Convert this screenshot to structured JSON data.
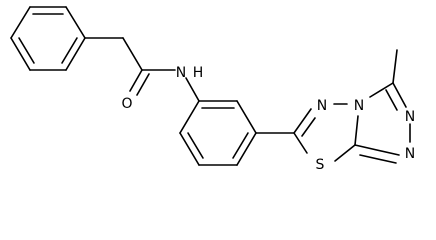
{
  "molecule": {
    "atom_labels": {
      "amide_oxygen": "O",
      "amide_nitrogen": "N",
      "amide_hydrogen": "H",
      "thiadiazole_sulfur": "S",
      "thiadiazole_nitrogen": "N",
      "bridgehead_nitrogen": "N",
      "triazole_nitrogen_upper": "N",
      "triazole_nitrogen_lower": "N"
    }
  }
}
